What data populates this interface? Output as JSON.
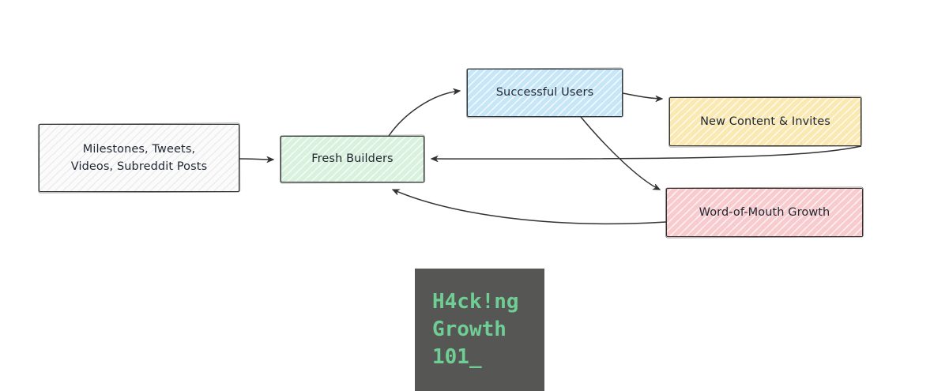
{
  "diagram": {
    "type": "flowchart",
    "nodes": [
      {
        "id": "source",
        "label": "Milestones, Tweets,\nVideos, Subreddit Posts",
        "fill": "#fbfbfb",
        "stroke": "#2f3436"
      },
      {
        "id": "builders",
        "label": "Fresh Builders",
        "fill": "#d9f2dd",
        "stroke": "#33372f"
      },
      {
        "id": "successful",
        "label": "Successful Users",
        "fill": "#c7e6f7",
        "stroke": "#2e3840"
      },
      {
        "id": "content",
        "label": "New Content & Invites",
        "fill": "#fbe9b4",
        "stroke": "#3a3528"
      },
      {
        "id": "wom",
        "label": "Word-of-Mouth Growth",
        "fill": "#f8ccce",
        "stroke": "#3a2c2c"
      }
    ],
    "edges": [
      {
        "from": "source",
        "to": "builders",
        "label": ""
      },
      {
        "from": "builders",
        "to": "successful",
        "label": ""
      },
      {
        "from": "successful",
        "to": "content",
        "label": ""
      },
      {
        "from": "successful",
        "to": "wom",
        "label": ""
      },
      {
        "from": "content",
        "to": "builders",
        "label": ""
      },
      {
        "from": "wom",
        "to": "builders",
        "label": ""
      }
    ],
    "edge_color": "#333333"
  },
  "watermark": {
    "text": "H4ck!ng\nGrowth\n101_",
    "text_color": "#6ece93",
    "background_color": "#565655"
  }
}
